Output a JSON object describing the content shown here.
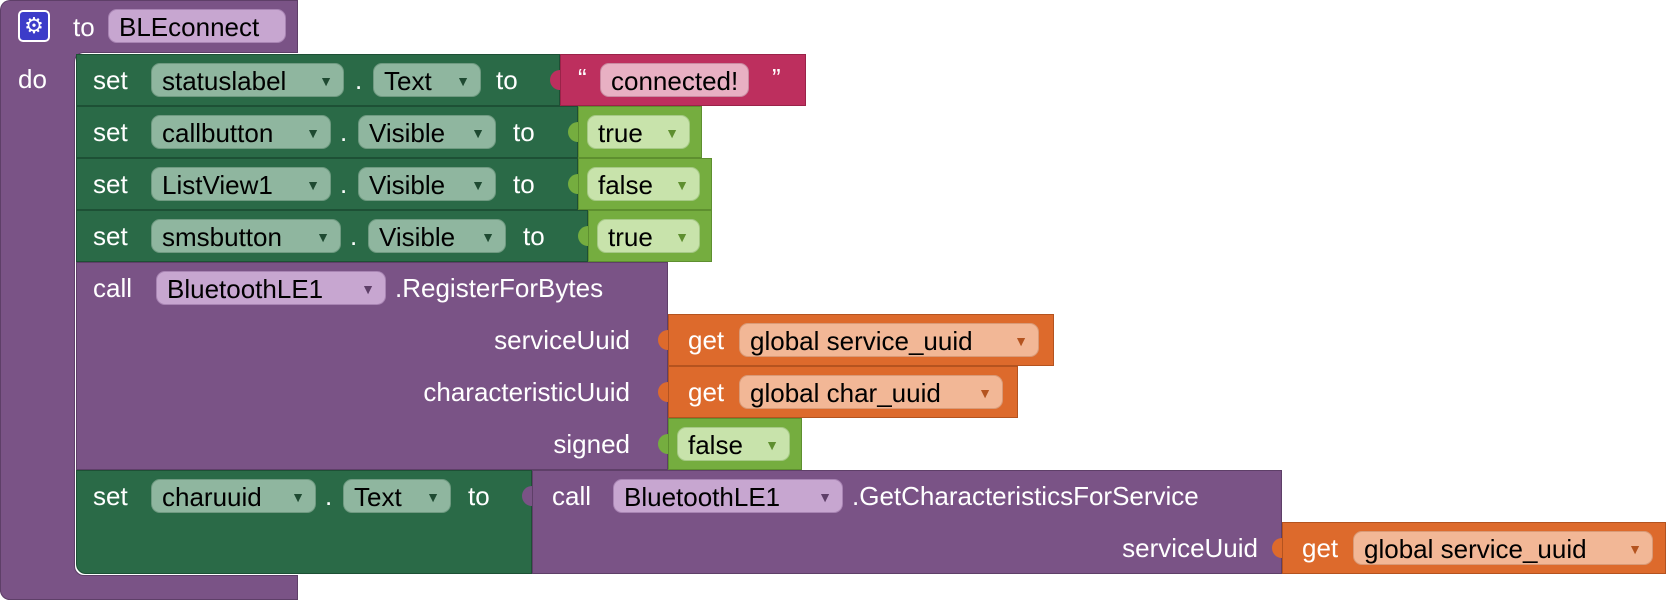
{
  "procedure": {
    "keyword_to": "to",
    "name": "BLEconnect",
    "keyword_do": "do",
    "gear_icon": "gear-icon"
  },
  "blocks": [
    {
      "keyword": "set",
      "component": "statuslabel",
      "dot": ".",
      "property": "Text",
      "keyword_to": "to",
      "value": {
        "open_quote": "“",
        "text": "connected!",
        "close_quote": "”"
      }
    },
    {
      "keyword": "set",
      "component": "callbutton",
      "dot": ".",
      "property": "Visible",
      "keyword_to": "to",
      "value": "true"
    },
    {
      "keyword": "set",
      "component": "ListView1",
      "dot": ".",
      "property": "Visible",
      "keyword_to": "to",
      "value": "false"
    },
    {
      "keyword": "set",
      "component": "smsbutton",
      "dot": ".",
      "property": "Visible",
      "keyword_to": "to",
      "value": "true"
    },
    {
      "keyword": "call",
      "component": "BluetoothLE1",
      "method": ".RegisterForBytes",
      "args": [
        {
          "name": "serviceUuid",
          "get_keyword": "get",
          "var": "global service_uuid"
        },
        {
          "name": "characteristicUuid",
          "get_keyword": "get",
          "var": "global char_uuid"
        },
        {
          "name": "signed",
          "value": "false"
        }
      ]
    },
    {
      "keyword": "set",
      "component": "charuuid",
      "dot": ".",
      "property": "Text",
      "keyword_to": "to",
      "value": {
        "keyword": "call",
        "component": "BluetoothLE1",
        "method": ".GetCharacteristicsForService",
        "args": [
          {
            "name": "serviceUuid",
            "get_keyword": "get",
            "var": "global service_uuid"
          }
        ]
      }
    }
  ],
  "colors": {
    "procedure": "#7a5386",
    "setter": "#2a6a47",
    "logic": "#75ad3f",
    "variable_get": "#dd6a2c",
    "text": "#bd2f5e"
  }
}
